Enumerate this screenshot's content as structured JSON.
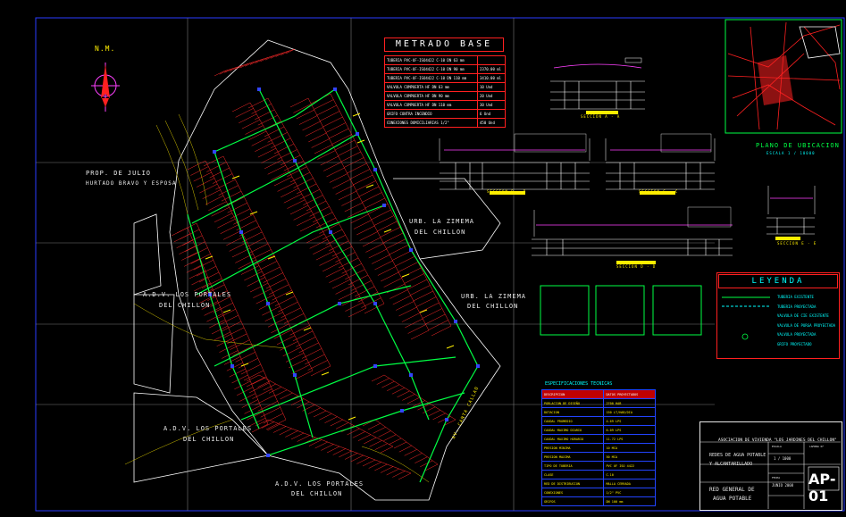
{
  "metrado": {
    "title": "METRADO BASE",
    "rows": [
      {
        "desc": "TUBERIA PVC-UF-ISO4422 C-10 DN 63 mm",
        "qty": ""
      },
      {
        "desc": "TUBERIA PVC-UF-ISO4422 C-10 DN 90 mm",
        "qty": "2370.00 ml"
      },
      {
        "desc": "TUBERIA PVC-UF-ISO4422 C-10 DN 110 mm",
        "qty": "3410.00 ml"
      },
      {
        "desc": "VALVULA COMPUERTA HF DN 63 mm",
        "qty": "10 Und"
      },
      {
        "desc": "VALVULA COMPUERTA HF DN 90 mm",
        "qty": "20 Und"
      },
      {
        "desc": "VALVULA COMPUERTA HF DN 110 mm",
        "qty": "30 Und"
      },
      {
        "desc": "GRIFO CONTRA INCENDIO",
        "qty": "6 Und"
      },
      {
        "desc": "CONEXIONES DOMICILIARIAS 1/2\"",
        "qty": "450 Und"
      }
    ]
  },
  "labels": {
    "north": "N.M.",
    "prop_left": "PROP. DE JULIO",
    "prop_left2": "HURTADO BRAVO Y ESPOSA",
    "urb1": "URB. LA ZIMEMA",
    "urb1b": "DEL CHILLON",
    "urb2": "URB. LA ZIMEMA",
    "urb2b": "DEL CHILLON",
    "adv1": "A.D.V. LOS PORTALES",
    "adv1b": "DEL CHILLON",
    "adv2": "A.D.V. LOS PORTALES",
    "adv2b": "DEL CHILLON",
    "adv3": "A.D.V. LOS PORTALES",
    "adv3b": "DEL CHILLON",
    "plano_ubic": "PLANO DE UBICACION",
    "plano_ubic_scale": "ESCALA 1 / 10000",
    "av": "AV. CANTA CALLAO"
  },
  "leyenda": {
    "title": "LEYENDA",
    "items": [
      "TUBERIA EXISTENTE",
      "TUBERIA PROYECTADA",
      "VALVULA DE CIE EXISTENTE",
      "VALVULA DE PURGA PROYECTADA",
      "VALVULA PROYECTADA",
      "GRIFO PROYECTADO"
    ]
  },
  "especificaciones": {
    "title": "ESPECIFICACIONES TECNICAS",
    "header": [
      "DESCRIPCION",
      "DATOS PROYECTADOS"
    ],
    "rows": [
      [
        "POBLACION DE DISEÑO",
        "2700 HAB"
      ],
      [
        "DOTACION",
        "150 LT/HAB/DIA"
      ],
      [
        "CAUDAL PROMEDIO",
        "4.69 LPS"
      ],
      [
        "CAUDAL MAXIMO DIARIO",
        "6.09 LPS"
      ],
      [
        "CAUDAL MAXIMO HORARIO",
        "11.72 LPS"
      ],
      [
        "PRESION MINIMA",
        "10 MCA"
      ],
      [
        "PRESION MAXIMA",
        "50 MCA"
      ],
      [
        "TIPO DE TUBERIA",
        "PVC UF ISO 4422"
      ],
      [
        "CLASE",
        "C-10"
      ],
      [
        "RED DE DISTRIBUCION",
        "MALLA CERRADA"
      ],
      [
        "CONEXIONES",
        "1/2\" PVC"
      ],
      [
        "GRIFOS",
        "DN 100 mm"
      ]
    ]
  },
  "secciones": [
    "SECCION A - A",
    "SECCION B - B",
    "SECCION C - C",
    "SECCION D - D",
    "SECCION E - E"
  ],
  "title_block": {
    "org": "ASOCIACION DE VIVIENDA \"LOS JARDINES DEL CHILLON\"",
    "proyecto": "REDES DE AGUA POTABLE",
    "proyecto2": "Y ALCANTARILLADO",
    "plano": "RED GENERAL DE",
    "plano2": "AGUA POTABLE",
    "escala_lbl": "ESCALA",
    "escala": "1 / 1000",
    "fecha_lbl": "FECHA",
    "fecha": "JUNIO 2008",
    "lamina_lbl": "LAMINA N°",
    "sheet": "AP-01"
  }
}
